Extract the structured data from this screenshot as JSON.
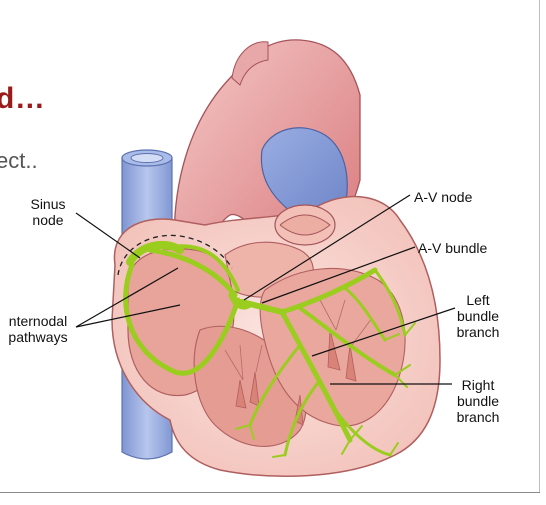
{
  "slide": {
    "title": "d…",
    "subtitle": "ect.."
  },
  "labels": {
    "sinus_node_line1": "Sinus",
    "sinus_node_line2": "node",
    "av_node": "A-V node",
    "av_bundle": "A-V bundle",
    "internodal_line1": "nternodal",
    "internodal_line2": "pathways",
    "left_bundle_line1": "Left",
    "left_bundle_line2": "bundle",
    "left_bundle_line3": "branch",
    "right_bundle_line1": "Right",
    "right_bundle_line2": "bundle",
    "right_bundle_line3": "branch"
  },
  "colors": {
    "title": "#9b1b1b",
    "conduction_system": "#9acd1e",
    "vena_cava": "#8aa0d8",
    "heart_muscle": "#e7a39a",
    "aorta": "#d9858a"
  }
}
